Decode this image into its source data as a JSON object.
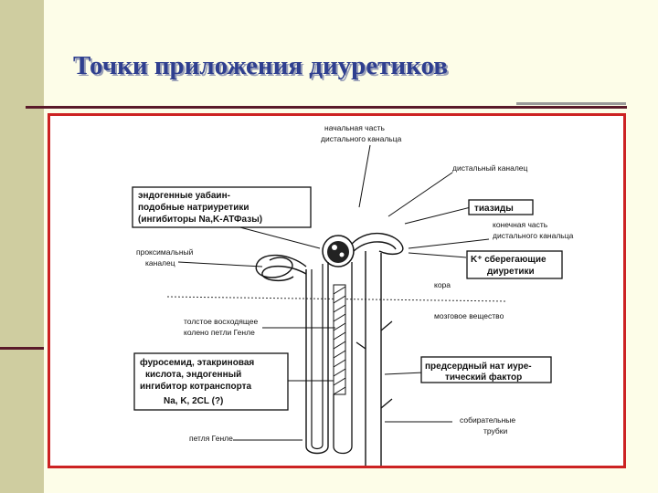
{
  "slide": {
    "title": "Точки приложения диуретиков"
  },
  "diagram": {
    "labels": {
      "initial_distal_1": "начальная часть",
      "initial_distal_2": "дистального канальца",
      "distal_tubule": "дистальный каналец",
      "endogenous_1": "эндогенные уабаин-",
      "endogenous_2": "подобные натриуретики",
      "endogenous_3": "(ингибиторы Na,K-АТФазы)",
      "thiazides": "тиазиды",
      "terminal_distal_1": "конечная часть",
      "terminal_distal_2": "дистального канальца",
      "proximal_1": "проксимальный",
      "proximal_2": "каналец",
      "k_sparing_1": "K⁺ сберегающие",
      "k_sparing_2": "диуретики",
      "cortex": "кора",
      "medulla": "мозговое вещество",
      "thick_ascending_1": "толстое восходящее",
      "thick_ascending_2": "колено петли Генле",
      "furosemide_1": "фуросемид, этакриновая",
      "furosemide_2": "кислота, эндогенный",
      "furosemide_3": "ингибитор котранспорта",
      "furosemide_4": "Na, K, 2CL (?)",
      "natriuretic_1": "предсердный нат иуре-",
      "natriuretic_2": "тический фактор",
      "collecting_1": "собирательные",
      "collecting_2": "трубки",
      "henle_loop": "петля Генле"
    }
  }
}
